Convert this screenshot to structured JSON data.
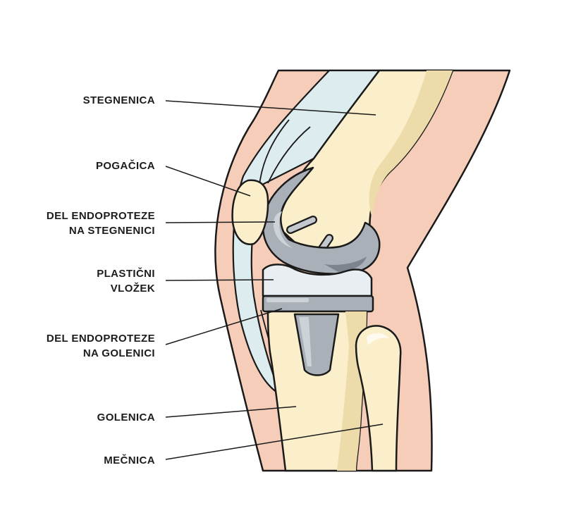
{
  "diagram": {
    "labels": [
      {
        "id": "stegnenica",
        "lines": [
          "STEGNENICA"
        ]
      },
      {
        "id": "pogacica",
        "lines": [
          "POGAČICA"
        ]
      },
      {
        "id": "femoral-component",
        "lines": [
          "DEL ENDOPROTEZE",
          "NA STEGNENICI"
        ]
      },
      {
        "id": "plastic-insert",
        "lines": [
          "PLASTIČNI",
          "VLOŽEK"
        ]
      },
      {
        "id": "tibial-component",
        "lines": [
          "DEL ENDOPROTEZE",
          "NA GOLENICI"
        ]
      },
      {
        "id": "golenica",
        "lines": [
          "GOLENICA"
        ]
      },
      {
        "id": "mecnica",
        "lines": [
          "MEČNICA"
        ]
      }
    ],
    "colors": {
      "skin": "#f6cdb8",
      "bone": "#fbeecb",
      "bone_shadow": "#eddcaa",
      "tendon": "#dcecef",
      "metal": "#a9b0b8",
      "metal_light": "#ccd2d8",
      "metal_dark": "#7c848d",
      "plastic": "#e9eef2",
      "outline": "#1a1a1a"
    }
  }
}
